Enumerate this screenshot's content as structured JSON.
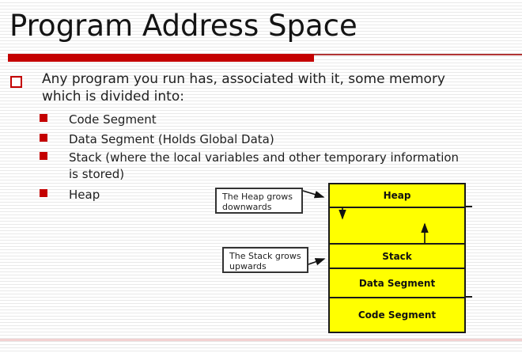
{
  "slide": {
    "title": "Program Address Space",
    "accent_color": "#C40000"
  },
  "content": {
    "bullet": {
      "lines": [
        "Any program you run has, associated with it, some memory",
        "which is divided into:"
      ]
    },
    "sub_bullets": [
      {
        "lines": [
          "Code Segment"
        ]
      },
      {
        "lines": [
          "Data Segment (Holds Global Data)"
        ]
      },
      {
        "lines": [
          "Stack (where the local variables and other temporary information",
          "is stored)"
        ]
      },
      {
        "lines": [
          "Heap"
        ]
      }
    ]
  },
  "diagram": {
    "segments": [
      "Heap",
      "Stack",
      "Data Segment",
      "Code Segment"
    ],
    "callouts": [
      {
        "lines": [
          "The Heap grows",
          "downwards"
        ]
      },
      {
        "lines": [
          "The Stack grows",
          "upwards"
        ]
      }
    ],
    "colors": {
      "segment_fill": "#FFFF00",
      "border": "#1A1A1A",
      "callout_bg": "#FFFFFF"
    }
  }
}
